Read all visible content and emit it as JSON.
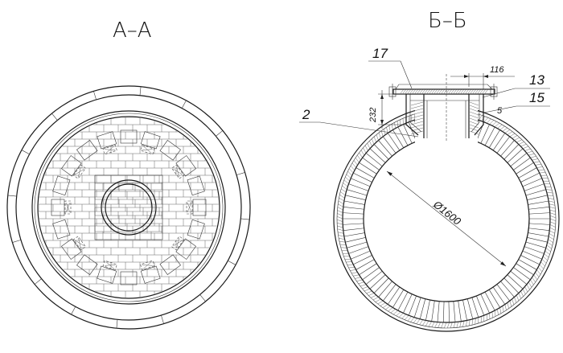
{
  "titles": {
    "left": "А–А",
    "right": "Б–Б"
  },
  "labels": {
    "l17": "17",
    "l13": "13",
    "l15": "15",
    "l2": "2",
    "l5": "5",
    "dim116": "116",
    "dim232": "232",
    "dia": "Ø1600"
  }
}
